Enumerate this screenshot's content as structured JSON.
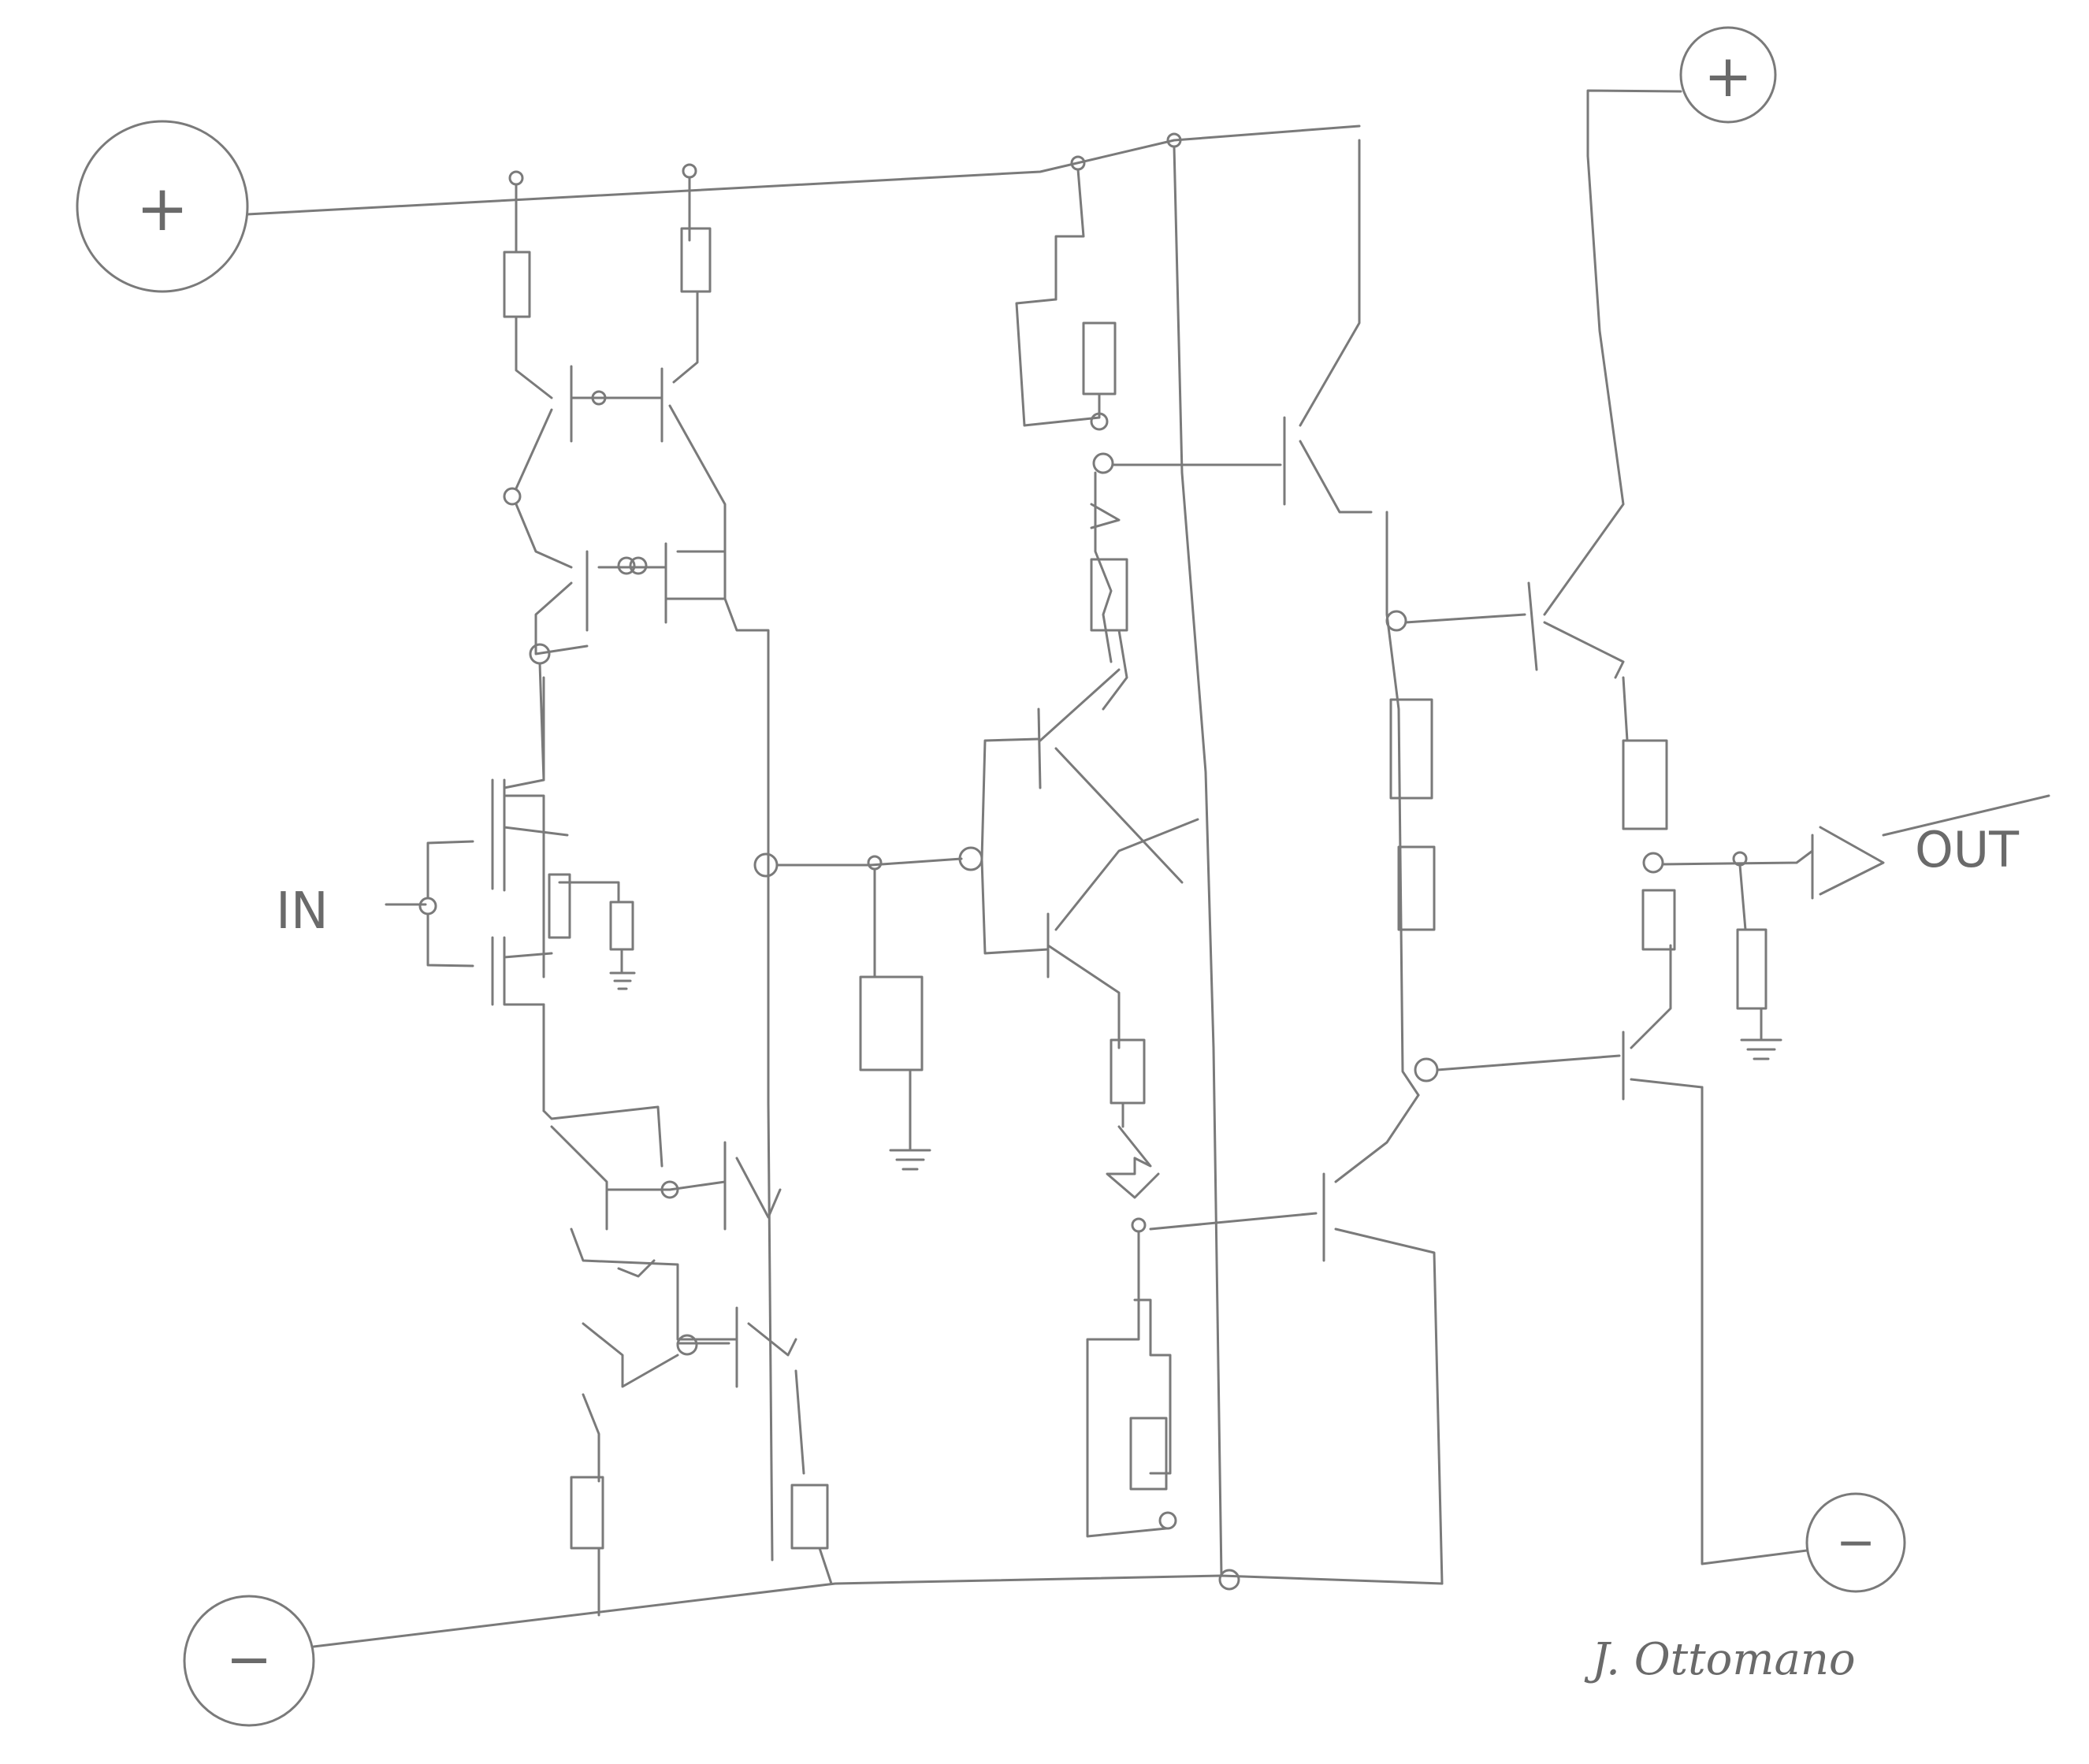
{
  "diagram": {
    "terminals": {
      "plus_left": "+",
      "plus_right": "+",
      "minus_left": "−",
      "minus_right": "−",
      "input": "IN",
      "output": "OUT"
    },
    "signature": "J. Ottomano",
    "colors": {
      "pencil": "#7a7a7a",
      "paper": "#ffffff"
    }
  }
}
